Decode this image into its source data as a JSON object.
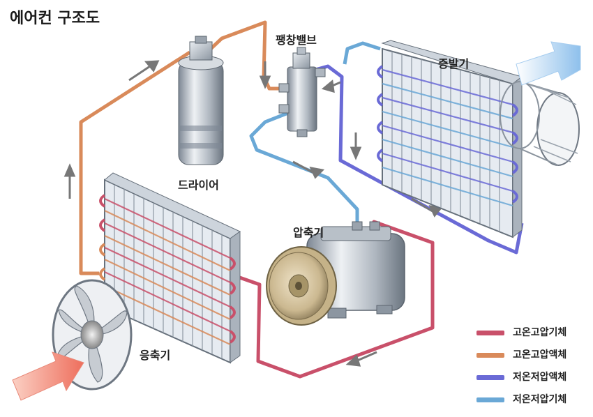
{
  "title": "에어컨 구조도",
  "components": {
    "drier": "드라이어",
    "expansion_valve": "팽창밸브",
    "evaporator": "증발기",
    "compressor": "압축기",
    "condenser": "응축기"
  },
  "legend": [
    {
      "label": "고온고압기체",
      "color": "#c9506a"
    },
    {
      "label": "고온고압액체",
      "color": "#d98a5a"
    },
    {
      "label": "저온저압액체",
      "color": "#6a6ad6"
    },
    {
      "label": "저온저압기체",
      "color": "#6aa8d6"
    }
  ],
  "colors": {
    "hot_gas": "#c9506a",
    "hot_liquid": "#d98a5a",
    "cold_liquid": "#6a6ad6",
    "cold_gas": "#6aa8d6",
    "airflow_in": "#f08070",
    "airflow_out": "#9cc8ee"
  }
}
